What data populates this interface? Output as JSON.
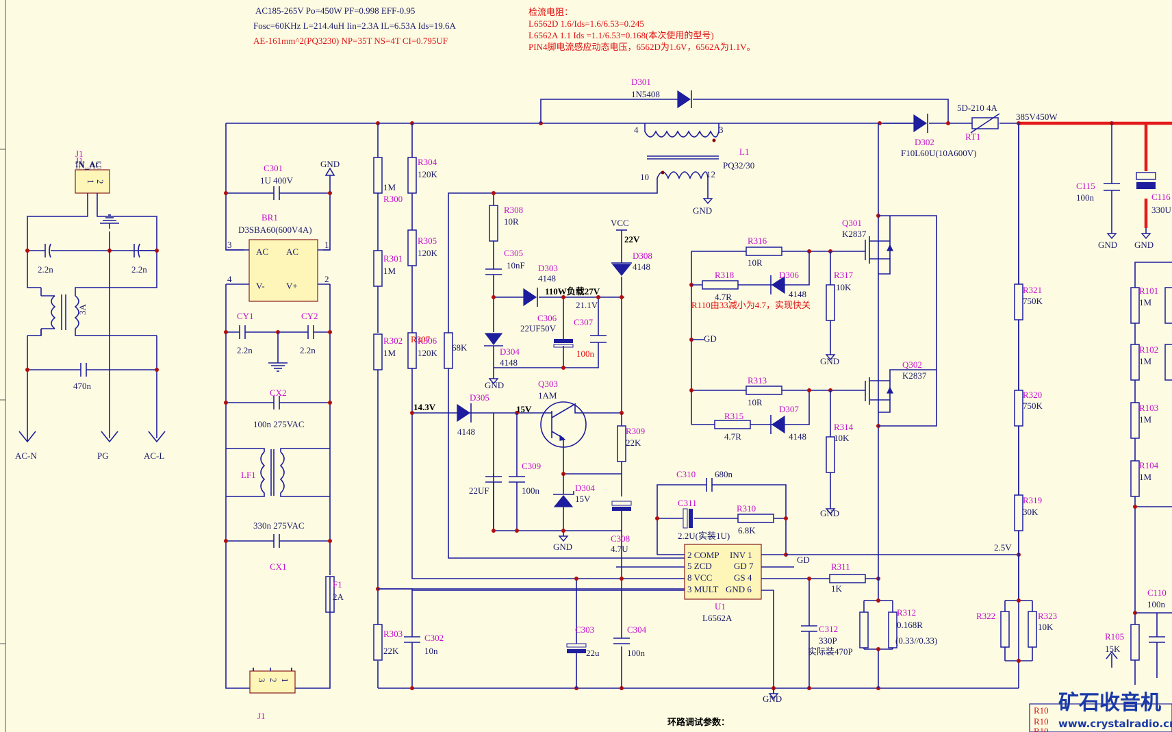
{
  "notes": {
    "spec1": "AC185-265V Po=450W PF=0.998 EFF-0.95",
    "spec2": "Fosc=60KHz L=214.4uH Iin=2.3A IL=6.53A Ids=19.6A",
    "spec3": "AE-161mm^2(PQ3230) NP=35T NS=4T  CI=0.795UF",
    "sense_title": "检流电阻：",
    "sense_1": "L6562D  1.6/Ids=1.6/6.53=0.245",
    "sense_2": "L6562A  1.1 Ids =1.1/6.53=0.168(本次使用的型号)",
    "sense_3": "PIN4脚电流感应动态电压，6562D为1.6V，6562A为1.1V。",
    "r110_note": "R110由33减小为4.7，实现快关",
    "loop_title": "环路调试参数：",
    "load_note": "110W负载27V",
    "load_sub": "21.1V"
  },
  "labels": [
    {
      "id": "J1_top",
      "n": "J1",
      "v": "IN_AC"
    },
    {
      "id": "J1_bot",
      "n": "J1",
      "v": ""
    },
    {
      "id": "C301",
      "n": "C301",
      "v": "1U 400V"
    },
    {
      "id": "BR1",
      "n": "BR1",
      "v": "D3SBA60(600V4A)"
    },
    {
      "id": "CY1",
      "n": "CY1",
      "v": "2.2n"
    },
    {
      "id": "CY2",
      "n": "CY2",
      "v": "2.2n"
    },
    {
      "id": "CX2",
      "n": "CX2",
      "v": "100n 275VAC"
    },
    {
      "id": "LF1",
      "n": "LF1",
      "v": ""
    },
    {
      "id": "CX1",
      "n": "CX1",
      "v": "330n 275VAC"
    },
    {
      "id": "F1",
      "n": "F1",
      "v": "2A"
    },
    {
      "id": "R300",
      "n": "R300",
      "v": "1M"
    },
    {
      "id": "R301",
      "n": "R301",
      "v": "1M"
    },
    {
      "id": "R302",
      "n": "R302",
      "v": "1M"
    },
    {
      "id": "R303",
      "n": "R303",
      "v": "22K"
    },
    {
      "id": "C302",
      "n": "C302",
      "v": "10n"
    },
    {
      "id": "R304",
      "n": "R304",
      "v": "120K"
    },
    {
      "id": "R305",
      "n": "R305",
      "v": "120K"
    },
    {
      "id": "R306",
      "n": "R306",
      "v": "120K"
    },
    {
      "id": "R307",
      "n": "R307",
      "v": "68K"
    },
    {
      "id": "R308",
      "n": "R308",
      "v": "10R"
    },
    {
      "id": "C305",
      "n": "C305",
      "v": "10nF"
    },
    {
      "id": "D303",
      "n": "D303",
      "v": "4148"
    },
    {
      "id": "D304a",
      "n": "D304",
      "v": "4148"
    },
    {
      "id": "C306",
      "n": "C306",
      "v": "22UF50V"
    },
    {
      "id": "C307",
      "n": "C307",
      "v": "100n"
    },
    {
      "id": "D308",
      "n": "D308",
      "v": "4148"
    },
    {
      "id": "D305",
      "n": "D305",
      "v": "4148"
    },
    {
      "id": "Q303",
      "n": "Q303",
      "v": "1AM"
    },
    {
      "id": "R309",
      "n": "R309",
      "v": "22K"
    },
    {
      "id": "C309",
      "n": "C309",
      "v": "100n"
    },
    {
      "id": "C309b",
      "n": "",
      "v": "22UF"
    },
    {
      "id": "D304b",
      "n": "D304",
      "v": "15V"
    },
    {
      "id": "C308",
      "n": "C308",
      "v": "4.7U"
    },
    {
      "id": "C303",
      "n": "C303",
      "v": "22u"
    },
    {
      "id": "C304",
      "n": "C304",
      "v": "100n"
    },
    {
      "id": "D301",
      "n": "D301",
      "v": "1N5408"
    },
    {
      "id": "L1",
      "n": "L1",
      "v": "PQ32/30"
    },
    {
      "id": "D302",
      "n": "D302",
      "v": "F10L60U(10A600V)"
    },
    {
      "id": "RT1",
      "n": "RT1",
      "v": "5D-210  4A"
    },
    {
      "id": "Q301",
      "n": "Q301",
      "v": "K2837"
    },
    {
      "id": "Q302",
      "n": "Q302",
      "v": "K2837"
    },
    {
      "id": "R316",
      "n": "R316",
      "v": "10R"
    },
    {
      "id": "R318",
      "n": "R318",
      "v": "4.7R"
    },
    {
      "id": "D306",
      "n": "D306",
      "v": "4148"
    },
    {
      "id": "R317",
      "n": "R317",
      "v": "10K"
    },
    {
      "id": "R313",
      "n": "R313",
      "v": "10R"
    },
    {
      "id": "R315",
      "n": "R315",
      "v": "4.7R"
    },
    {
      "id": "D307",
      "n": "D307",
      "v": "4148"
    },
    {
      "id": "R314",
      "n": "R314",
      "v": "10K"
    },
    {
      "id": "C310",
      "n": "C310",
      "v": "680n"
    },
    {
      "id": "C311",
      "n": "C311",
      "v": "2.2U(实装1U)"
    },
    {
      "id": "R310",
      "n": "R310",
      "v": "6.8K"
    },
    {
      "id": "U1",
      "n": "U1",
      "v": "L6562A"
    },
    {
      "id": "R311",
      "n": "R311",
      "v": "1K"
    },
    {
      "id": "C312",
      "n": "C312",
      "v": "330P"
    },
    {
      "id": "C312b",
      "n": "",
      "v": "实际装470P"
    },
    {
      "id": "R312",
      "n": "R312",
      "v": "0.168R"
    },
    {
      "id": "R312b",
      "n": "",
      "v": "(0.33//0.33)"
    },
    {
      "id": "R321",
      "n": "R321",
      "v": "750K"
    },
    {
      "id": "R320",
      "n": "R320",
      "v": "750K"
    },
    {
      "id": "R319",
      "n": "R319",
      "v": "30K"
    },
    {
      "id": "R322",
      "n": "R322",
      "v": ""
    },
    {
      "id": "R323",
      "n": "R323",
      "v": "10K"
    },
    {
      "id": "C115",
      "n": "C115",
      "v": "100n"
    },
    {
      "id": "C116",
      "n": "C116",
      "v": "330U"
    },
    {
      "id": "R101",
      "n": "R101",
      "v": "1M"
    },
    {
      "id": "R102",
      "n": "R102",
      "v": "1M"
    },
    {
      "id": "R103",
      "n": "R103",
      "v": "1M"
    },
    {
      "id": "R104",
      "n": "R104",
      "v": "1M"
    },
    {
      "id": "R105",
      "n": "R105",
      "v": "15K"
    },
    {
      "id": "C110",
      "n": "C110",
      "v": "100n"
    }
  ],
  "misc_values": {
    "cap_2n2_a": "2.2n",
    "cap_2n2_b": "2.2n",
    "cap_470n": "470n",
    "choke_3a": "3A",
    "ac_n": "AC-N",
    "pg": "PG",
    "ac_l": "AC-L",
    "br_ac1": "AC",
    "br_ac2": "AC",
    "br_vm": "V-",
    "br_vp": "V+",
    "gnd": "GND",
    "vcc": "VCC",
    "v22": "22V",
    "v15": "15V",
    "v14_3": "14.3V",
    "v385": "385V450W",
    "v2_5": "2.5V",
    "gd": "GD",
    "gd2": "GD",
    "p1": "1",
    "p2": "2",
    "p3": "3",
    "p4": "4",
    "l1p4": "4",
    "l1p3": "3",
    "l1p10": "10",
    "l1p12": "12",
    "u1_l1": "2 COMP",
    "u1_l2": "5 ZCD",
    "u1_l3": "8 VCC",
    "u1_l4": "3 MULT",
    "u1_r1": "INV 1",
    "u1_r2": "GD 7",
    "u1_r3": "GS 4",
    "u1_r4": "GND 6",
    "j1t_p1": "1",
    "j1t_p2": "2",
    "j1b_p1": "3",
    "j1b_p2": "2",
    "j1b_p3": "1",
    "tbl1": "R10",
    "tbl2": "R10",
    "tbl3": "R10",
    "wm1": "矿石收音机",
    "wm2": "www.crystalradio.cn"
  },
  "colors": {
    "wire": "#1d1d9e",
    "label": "#c40fd1",
    "hv_rail": "#e41b1b",
    "background": "#fdfbe2",
    "note": "#e01010"
  }
}
